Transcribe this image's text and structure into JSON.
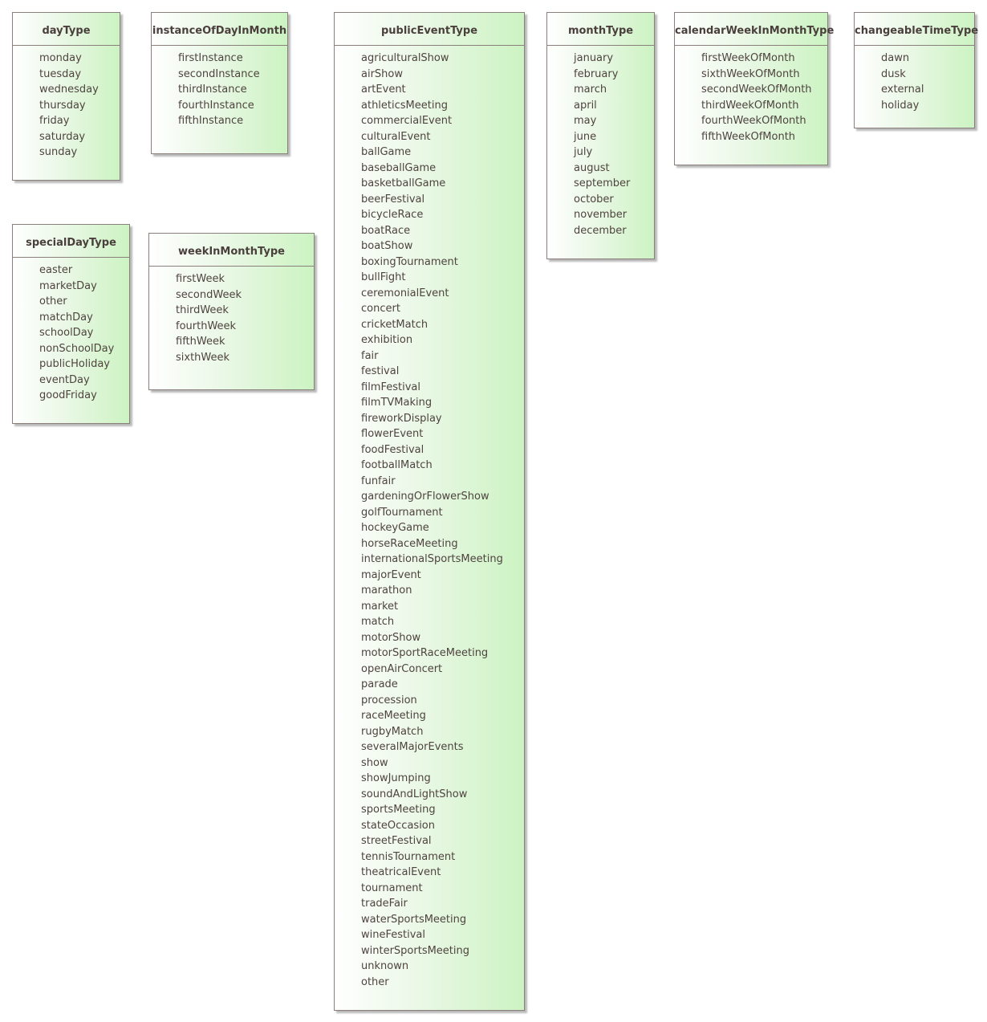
{
  "enumerations": [
    {
      "id": "dayType",
      "name": "dayType",
      "literals": [
        "monday",
        "tuesday",
        "wednesday",
        "thursday",
        "friday",
        "saturday",
        "sunday"
      ]
    },
    {
      "id": "instanceOfDayInMonth",
      "name": "instanceOfDayInMonth",
      "literals": [
        "firstInstance",
        "secondInstance",
        "thirdInstance",
        "fourthInstance",
        "fifthInstance"
      ]
    },
    {
      "id": "publicEventType",
      "name": "publicEventType",
      "literals": [
        "agriculturalShow",
        "airShow",
        "artEvent",
        "athleticsMeeting",
        "commercialEvent",
        "culturalEvent",
        "ballGame",
        "baseballGame",
        "basketballGame",
        "beerFestival",
        "bicycleRace",
        "boatRace",
        "boatShow",
        "boxingTournament",
        "bullFight",
        "ceremonialEvent",
        "concert",
        "cricketMatch",
        "exhibition",
        "fair",
        "festival",
        "filmFestival",
        "filmTVMaking",
        "fireworkDisplay",
        "flowerEvent",
        "foodFestival",
        "footballMatch",
        "funfair",
        "gardeningOrFlowerShow",
        "golfTournament",
        "hockeyGame",
        "horseRaceMeeting",
        "internationalSportsMeeting",
        "majorEvent",
        "marathon",
        "market",
        "match",
        "motorShow",
        "motorSportRaceMeeting",
        "openAirConcert",
        "parade",
        "procession",
        "raceMeeting",
        "rugbyMatch",
        "severalMajorEvents",
        "show",
        "showJumping",
        "soundAndLightShow",
        "sportsMeeting",
        "stateOccasion",
        "streetFestival",
        "tennisTournament",
        "theatricalEvent",
        "tournament",
        "tradeFair",
        "waterSportsMeeting",
        "wineFestival",
        "winterSportsMeeting",
        "unknown",
        "other"
      ]
    },
    {
      "id": "monthType",
      "name": "monthType",
      "literals": [
        "january",
        "february",
        "march",
        "april",
        "may",
        "june",
        "july",
        "august",
        "september",
        "october",
        "november",
        "december"
      ]
    },
    {
      "id": "calendarWeekInMonthType",
      "name": "calendarWeekInMonthType",
      "literals": [
        "firstWeekOfMonth",
        "sixthWeekOfMonth",
        "secondWeekOfMonth",
        "thirdWeekOfMonth",
        "fourthWeekOfMonth",
        "fifthWeekOfMonth"
      ]
    },
    {
      "id": "changeableTimeType",
      "name": "changeableTimeType",
      "literals": [
        "dawn",
        "dusk",
        "external",
        "holiday"
      ]
    },
    {
      "id": "specialDayType",
      "name": "specialDayType",
      "literals": [
        "easter",
        "marketDay",
        "other",
        "matchDay",
        "schoolDay",
        "nonSchoolDay",
        "publicHoliday",
        "eventDay",
        "goodFriday"
      ]
    },
    {
      "id": "weekInMonthType",
      "name": "weekInMonthType",
      "literals": [
        "firstWeek",
        "secondWeek",
        "thirdWeek",
        "fourthWeek",
        "fifthWeek",
        "sixthWeek"
      ]
    }
  ]
}
